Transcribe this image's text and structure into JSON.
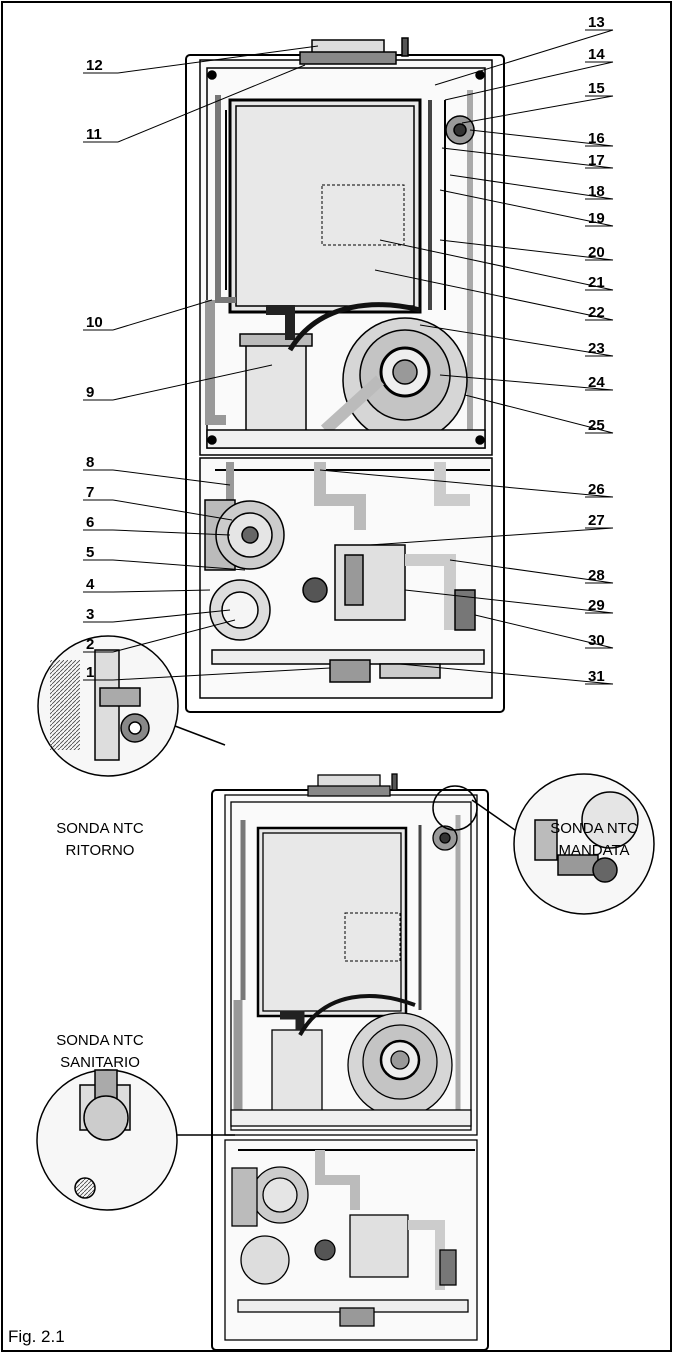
{
  "figure": {
    "caption": "Fig. 2.1",
    "callouts_left": [
      {
        "id": "12",
        "label": "12"
      },
      {
        "id": "11",
        "label": "11"
      },
      {
        "id": "10",
        "label": "10"
      },
      {
        "id": "9",
        "label": "9"
      },
      {
        "id": "8",
        "label": "8"
      },
      {
        "id": "7",
        "label": "7"
      },
      {
        "id": "6",
        "label": "6"
      },
      {
        "id": "5",
        "label": "5"
      },
      {
        "id": "4",
        "label": "4"
      },
      {
        "id": "3",
        "label": "3"
      },
      {
        "id": "2",
        "label": "2"
      },
      {
        "id": "1",
        "label": "1"
      }
    ],
    "callouts_right": [
      {
        "id": "13",
        "label": "13"
      },
      {
        "id": "14",
        "label": "14"
      },
      {
        "id": "15",
        "label": "15"
      },
      {
        "id": "16",
        "label": "16"
      },
      {
        "id": "17",
        "label": "17"
      },
      {
        "id": "18",
        "label": "18"
      },
      {
        "id": "19",
        "label": "19"
      },
      {
        "id": "20",
        "label": "20"
      },
      {
        "id": "21",
        "label": "21"
      },
      {
        "id": "22",
        "label": "22"
      },
      {
        "id": "23",
        "label": "23"
      },
      {
        "id": "24",
        "label": "24"
      },
      {
        "id": "25",
        "label": "25"
      },
      {
        "id": "26",
        "label": "26"
      },
      {
        "id": "27",
        "label": "27"
      },
      {
        "id": "28",
        "label": "28"
      },
      {
        "id": "29",
        "label": "29"
      },
      {
        "id": "30",
        "label": "30"
      },
      {
        "id": "31",
        "label": "31"
      }
    ],
    "probes": {
      "ritorno": {
        "line1": "SONDA NTC",
        "line2": "RITORNO"
      },
      "mandata": {
        "line1": "SONDA NTC",
        "line2": "MANDATA"
      },
      "sanitario": {
        "line1": "SONDA NTC",
        "line2": "SANITARIO"
      }
    }
  }
}
